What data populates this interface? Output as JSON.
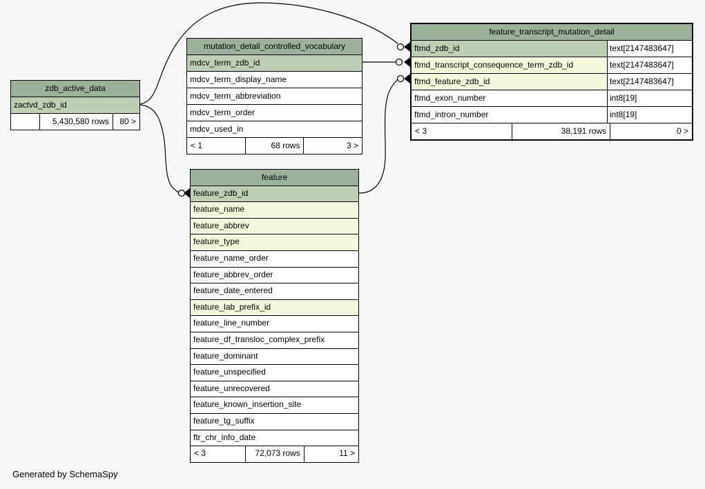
{
  "page": {
    "footer_note": "Generated by SchemaSpy"
  },
  "colors": {
    "page_bg": "#f7f7f7",
    "table_header_bg": "#9cb09c",
    "primary_key_bg": "#bdceb5",
    "indexed_column_bg": "#f5f7dc",
    "row_bg": "#ffffff",
    "border": "#000000"
  },
  "tables": [
    {
      "id": "zdb_active_data",
      "name": "zdb_active_data",
      "columns": [
        {
          "name": "zactvd_zdb_id",
          "highlight": "pk"
        }
      ],
      "footer": {
        "parents": "",
        "rows": "5,430,580 rows",
        "children": "80 >"
      }
    },
    {
      "id": "mutation_detail_controlled_vocabulary",
      "name": "mutation_detail_controlled_vocabulary",
      "columns": [
        {
          "name": "mdcv_term_zdb_id",
          "highlight": "pk"
        },
        {
          "name": "mdcv_term_display_name",
          "highlight": "none"
        },
        {
          "name": "mdcv_term_abbreviation",
          "highlight": "none"
        },
        {
          "name": "mdcv_term_order",
          "highlight": "none"
        },
        {
          "name": "mdcv_used_in",
          "highlight": "none"
        }
      ],
      "footer": {
        "parents": "< 1",
        "rows": "68 rows",
        "children": "3 >"
      }
    },
    {
      "id": "feature_transcript_mutation_detail",
      "name": "feature_transcript_mutation_detail",
      "emphasized": true,
      "columns": [
        {
          "name": "ftmd_zdb_id",
          "type": "text[2147483647]",
          "highlight": "pk"
        },
        {
          "name": "ftmd_transcript_consequence_term_zdb_id",
          "type": "text[2147483647]",
          "highlight": "index"
        },
        {
          "name": "ftmd_feature_zdb_id",
          "type": "text[2147483647]",
          "highlight": "index"
        },
        {
          "name": "ftmd_exon_number",
          "type": "int8[19]",
          "highlight": "none"
        },
        {
          "name": "ftmd_intron_number",
          "type": "int8[19]",
          "highlight": "none"
        }
      ],
      "footer": {
        "parents": "< 3",
        "rows": "38,191 rows",
        "children": "0 >"
      }
    },
    {
      "id": "feature",
      "name": "feature",
      "columns": [
        {
          "name": "feature_zdb_id",
          "highlight": "pk"
        },
        {
          "name": "feature_name",
          "highlight": "index"
        },
        {
          "name": "feature_abbrev",
          "highlight": "index"
        },
        {
          "name": "feature_type",
          "highlight": "index"
        },
        {
          "name": "feature_name_order",
          "highlight": "none"
        },
        {
          "name": "feature_abbrev_order",
          "highlight": "none"
        },
        {
          "name": "feature_date_entered",
          "highlight": "none"
        },
        {
          "name": "feature_lab_prefix_id",
          "highlight": "index"
        },
        {
          "name": "feature_line_number",
          "highlight": "none"
        },
        {
          "name": "feature_df_transloc_complex_prefix",
          "highlight": "none"
        },
        {
          "name": "feature_dominant",
          "highlight": "none"
        },
        {
          "name": "feature_unspecified",
          "highlight": "none"
        },
        {
          "name": "feature_unrecovered",
          "highlight": "none"
        },
        {
          "name": "feature_known_insertion_site",
          "highlight": "none"
        },
        {
          "name": "feature_tg_suffix",
          "highlight": "none"
        },
        {
          "name": "ftr_chr_info_date",
          "highlight": "none"
        }
      ],
      "footer": {
        "parents": "< 3",
        "rows": "72,073 rows",
        "children": "11 >"
      }
    }
  ],
  "relationships": [
    {
      "from": "zdb_active_data.zactvd_zdb_id",
      "to": "feature_transcript_mutation_detail.ftmd_zdb_id"
    },
    {
      "from": "zdb_active_data.zactvd_zdb_id",
      "to": "feature.feature_zdb_id"
    },
    {
      "from": "mutation_detail_controlled_vocabulary.mdcv_term_zdb_id",
      "to": "feature_transcript_mutation_detail.ftmd_transcript_consequence_term_zdb_id"
    },
    {
      "from": "feature.feature_zdb_id",
      "to": "feature_transcript_mutation_detail.ftmd_feature_zdb_id"
    }
  ]
}
